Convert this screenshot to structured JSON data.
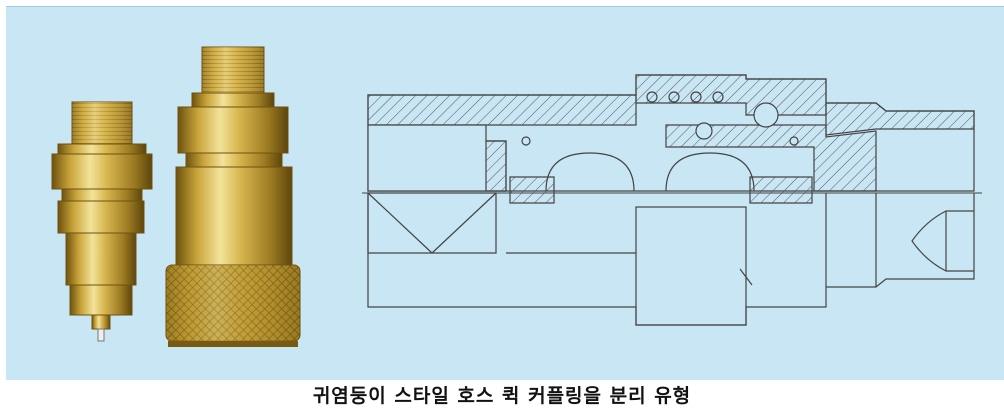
{
  "caption": "귀염둥이 스타일 호스 퀵 커플링을 분리 유형",
  "colors": {
    "panel_background": "#c9e6f4",
    "brass_light": "#e8d27a",
    "brass_mid": "#c9a43a",
    "brass_dark": "#7a5a12",
    "drawing_line": "#4a4a4a"
  },
  "figure": {
    "photo": "two-brass-quick-coupling-halves",
    "drawing": "coupling-cross-section-engineering-drawing"
  }
}
